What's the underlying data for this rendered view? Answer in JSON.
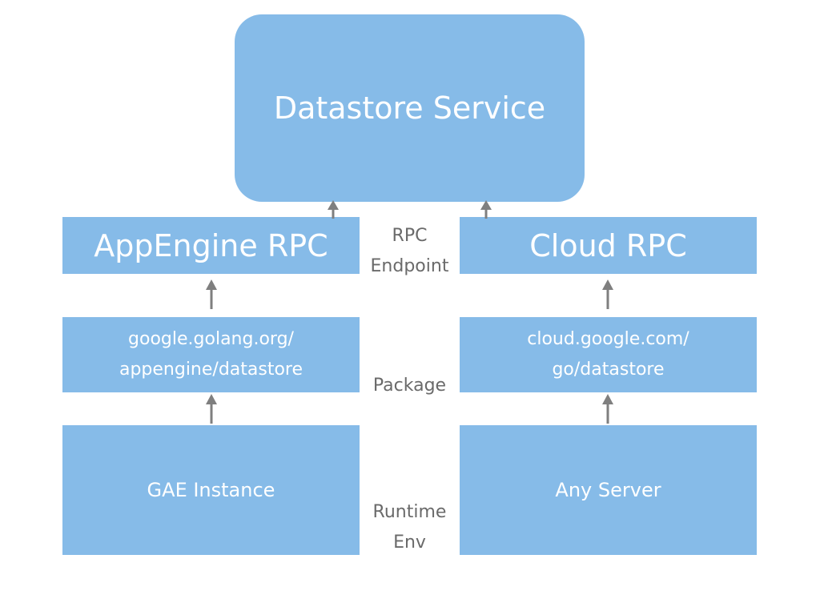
{
  "diagram": {
    "service": {
      "label": "Datastore Service"
    },
    "left_column": {
      "rpc": "AppEngine RPC",
      "package": [
        "google.golang.org/",
        "appengine/datastore"
      ],
      "runtime": "GAE Instance"
    },
    "right_column": {
      "rpc": "Cloud RPC",
      "package": [
        "cloud.google.com/",
        "go/datastore"
      ],
      "runtime": "Any Server"
    },
    "row_labels": {
      "rpc_endpoint": [
        "RPC",
        "Endpoint"
      ],
      "package": "Package",
      "runtime_env": [
        "Runtime",
        "Env"
      ]
    },
    "colors": {
      "box_fill": "#86bbe8",
      "box_text": "#ffffff",
      "label_text": "#6a6a6a",
      "arrow": "#7f7f7f"
    }
  }
}
